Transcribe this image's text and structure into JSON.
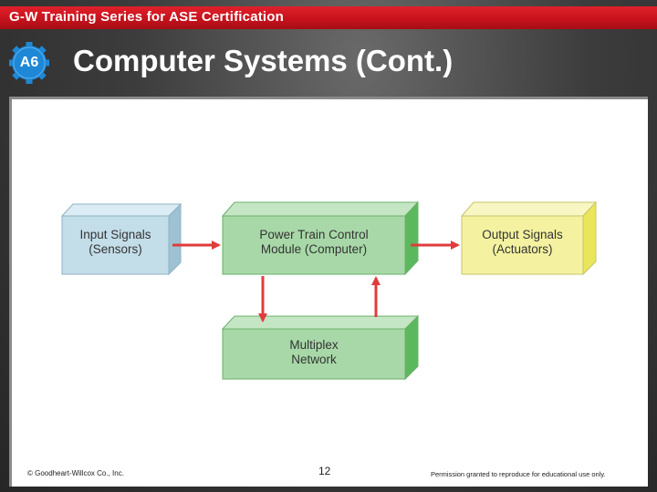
{
  "header": {
    "series_title": "G-W Training Series for ASE Certification",
    "badge_label": "A6",
    "slide_title": "Computer Systems (Cont.)"
  },
  "diagram": {
    "nodes": [
      {
        "id": "input",
        "label": "Input Signals\n(Sensors)",
        "color": "#c3dde9"
      },
      {
        "id": "pcm",
        "label": "Power Train Control\nModule (Computer)",
        "color": "#a8d8a8"
      },
      {
        "id": "output",
        "label": "Output Signals\n(Actuators)",
        "color": "#f4f2a0"
      },
      {
        "id": "multiplex",
        "label": "Multiplex\nNetwork",
        "color": "#a8d8a8"
      }
    ],
    "edges": [
      {
        "from": "input",
        "to": "pcm"
      },
      {
        "from": "pcm",
        "to": "output"
      },
      {
        "from": "pcm",
        "to": "multiplex"
      },
      {
        "from": "multiplex",
        "to": "pcm"
      }
    ],
    "arrow_color": "#e03c3c"
  },
  "footer": {
    "copyright": "© Goodheart-Willcox Co., Inc.",
    "page_number": "12",
    "permission": "Permission granted to reproduce for educational use only."
  }
}
